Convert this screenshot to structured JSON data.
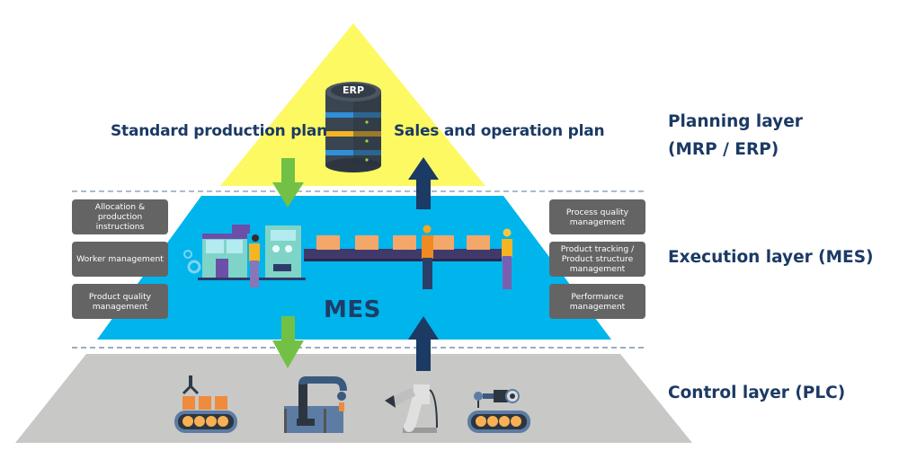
{
  "diagram": {
    "title": "MES pyramid",
    "colors": {
      "planning_layer": "#fdf963",
      "execution_layer": "#00b4ec",
      "control_layer": "#c8c8c6",
      "text_dark_blue": "#1b3a64",
      "down_arrow": "#72c146",
      "up_arrow": "#1b3a64",
      "function_box": "#646464"
    },
    "flows": {
      "down_label": "Standard production plan",
      "up_label": "Sales and operation plan"
    },
    "erp_label": "ERP",
    "mes_label": "MES",
    "layers": [
      {
        "name": "Planning layer",
        "sub": "(MRP / ERP)"
      },
      {
        "name": "Execution layer (MES)"
      },
      {
        "name": "Control layer (PLC)"
      }
    ],
    "left_functions": [
      "Allocation & production instructions",
      "Worker management",
      "Product quality management"
    ],
    "right_functions": [
      "Process quality management",
      "Product tracking / Product structure management",
      "Performance management"
    ],
    "control_icons": [
      "conveyor-with-gripper-icon",
      "crane-robot-icon",
      "robotic-arm-icon",
      "conveyor-robot-icon"
    ]
  }
}
